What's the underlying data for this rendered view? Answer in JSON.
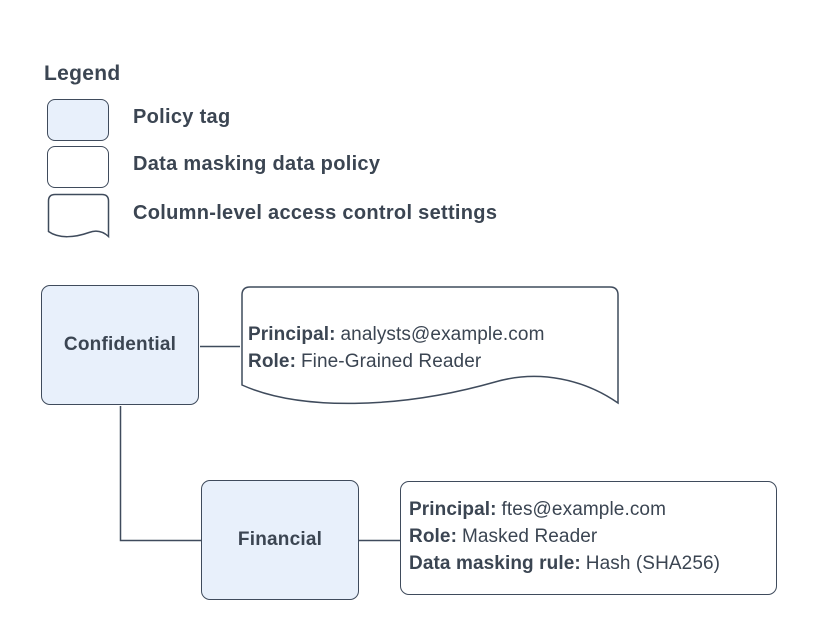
{
  "colors": {
    "background": "#ffffff",
    "stroke": "#3f4b5c",
    "text": "#3b4552",
    "policy_tag_fill": "#e8f0fb",
    "document_fill": "#ffffff"
  },
  "legend": {
    "title": "Legend",
    "items": [
      {
        "swatch": "policy-tag",
        "label": "Policy tag"
      },
      {
        "swatch": "rounded-rectangle",
        "label": "Data masking data policy"
      },
      {
        "swatch": "document",
        "label": "Column-level access control settings"
      }
    ]
  },
  "diagram": {
    "policy_tags": [
      {
        "id": "confidential",
        "label": "Confidential"
      },
      {
        "id": "financial",
        "label": "Financial",
        "parent": "confidential"
      }
    ],
    "column_access_note": {
      "shape": "document",
      "attached_to": "confidential",
      "lines": [
        {
          "name": "Principal:",
          "value": "analysts@example.com"
        },
        {
          "name": "Role:",
          "value": "Fine-Grained Reader"
        }
      ]
    },
    "masking_policy_note": {
      "shape": "rounded-rectangle",
      "attached_to": "financial",
      "lines": [
        {
          "name": "Principal:",
          "value": "ftes@example.com"
        },
        {
          "name": "Role:",
          "value": "Masked Reader"
        },
        {
          "name": "Data masking rule:",
          "value": "Hash (SHA256)"
        }
      ]
    }
  }
}
